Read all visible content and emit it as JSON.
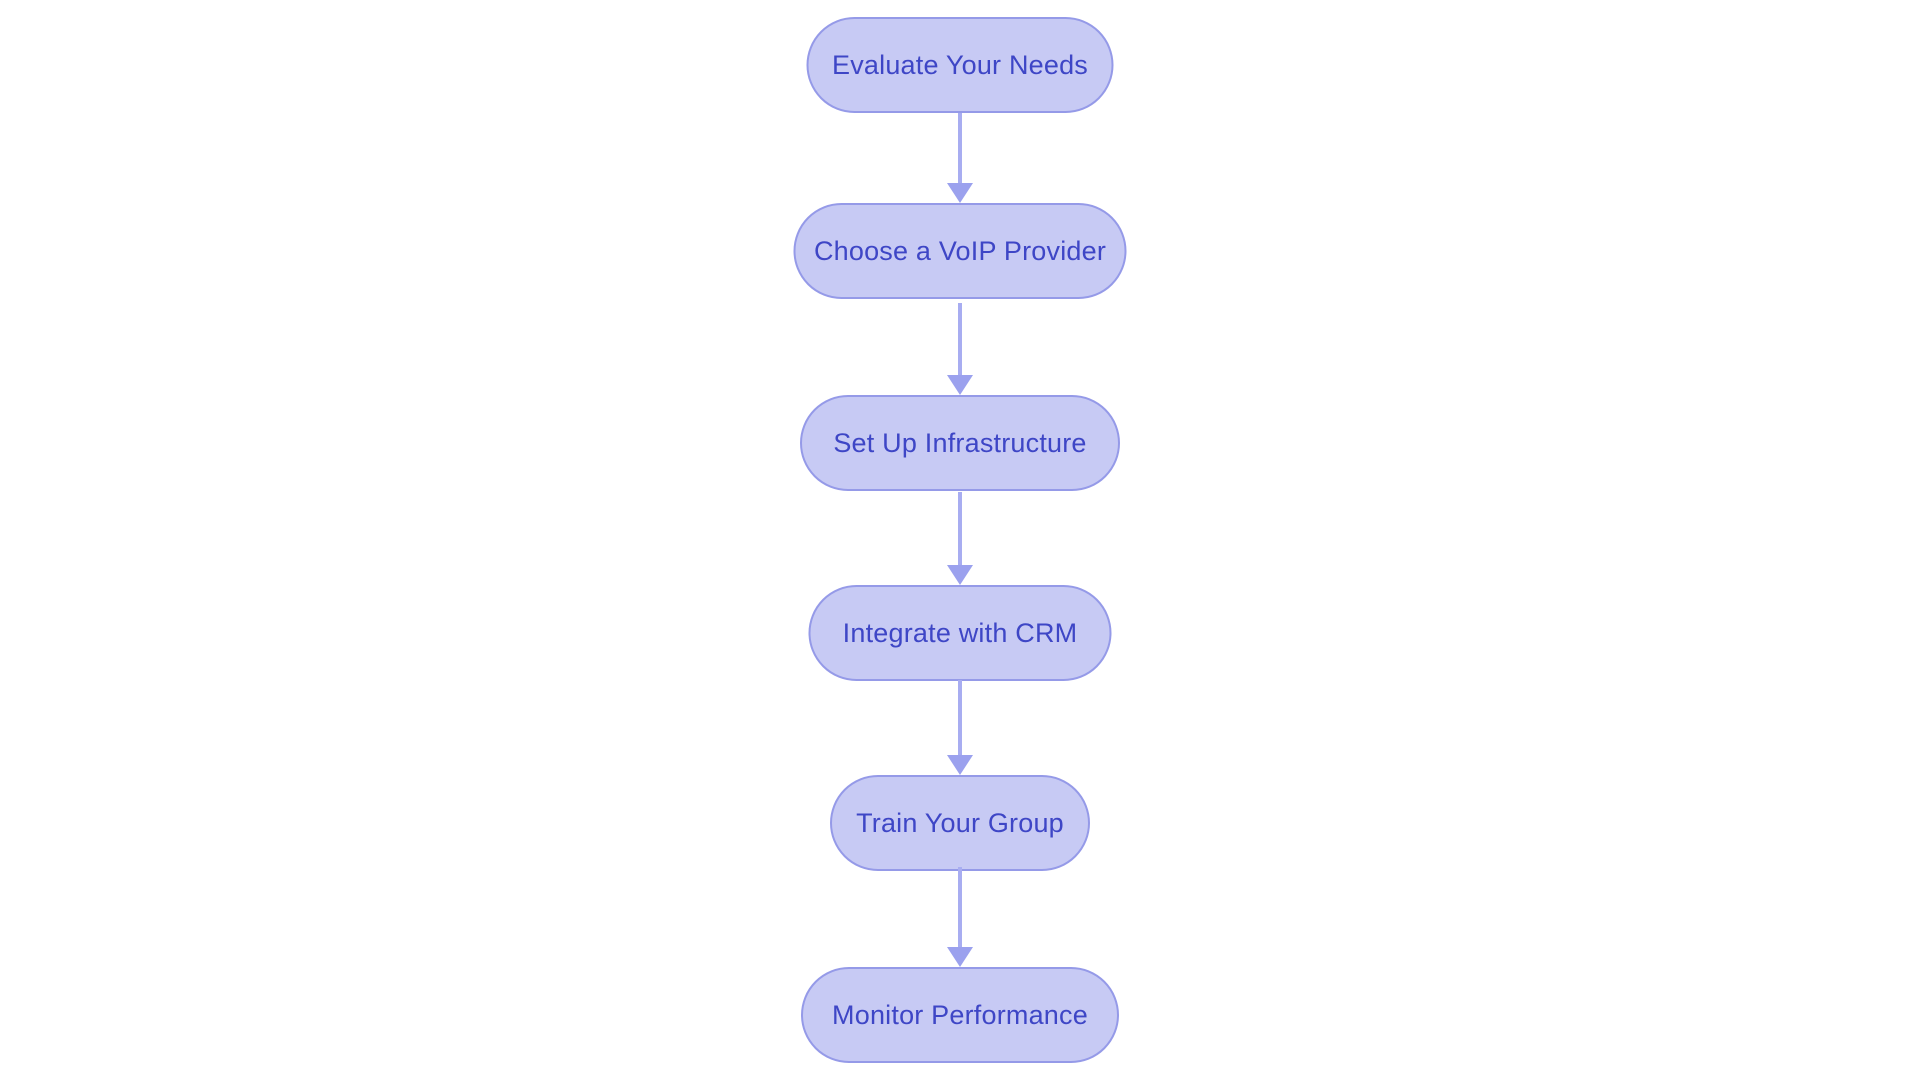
{
  "flowchart": {
    "type": "vertical-flowchart",
    "nodes": [
      {
        "id": "evaluate-needs",
        "label": "Evaluate Your Needs"
      },
      {
        "id": "choose-provider",
        "label": "Choose a VoIP Provider"
      },
      {
        "id": "setup-infrastructure",
        "label": "Set Up Infrastructure"
      },
      {
        "id": "integrate-crm",
        "label": "Integrate with CRM"
      },
      {
        "id": "train-group",
        "label": "Train Your Group"
      },
      {
        "id": "monitor-performance",
        "label": "Monitor Performance"
      }
    ],
    "edges": [
      {
        "from": "evaluate-needs",
        "to": "choose-provider"
      },
      {
        "from": "choose-provider",
        "to": "setup-infrastructure"
      },
      {
        "from": "setup-infrastructure",
        "to": "integrate-crm"
      },
      {
        "from": "integrate-crm",
        "to": "train-group"
      },
      {
        "from": "train-group",
        "to": "monitor-performance"
      }
    ],
    "colors": {
      "background": "#ffffff",
      "node_fill": "#c7caf4",
      "node_border": "#959ae8",
      "node_text": "#3e46c6",
      "arrow": "#9ba1ee",
      "arrow_stem": "#a8adf1"
    }
  }
}
